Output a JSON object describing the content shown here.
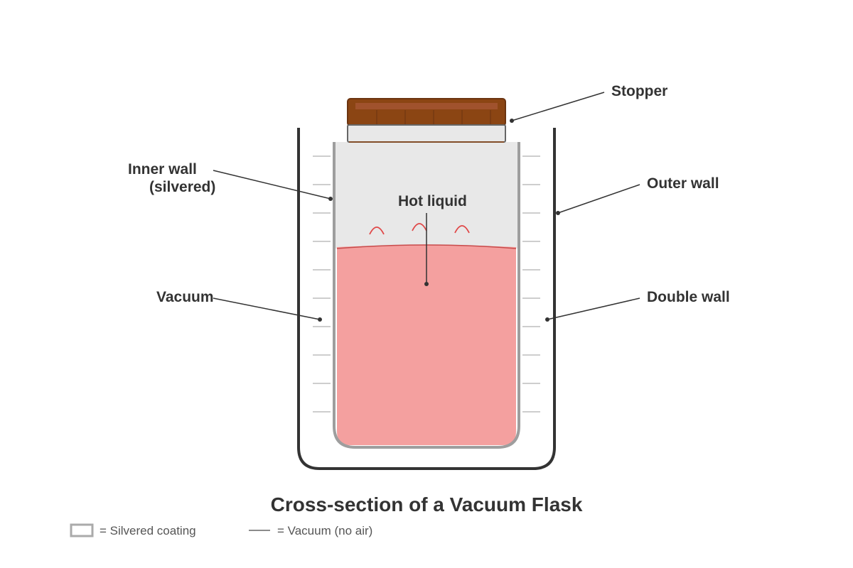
{
  "labels": {
    "stopper": "Stopper",
    "inner_wall_line1": "Inner wall",
    "inner_wall_line2": "(silvered)",
    "outer_wall": "Outer wall",
    "hot_liquid": "Hot liquid",
    "vacuum": "Vacuum",
    "double_wall": "Double wall"
  },
  "title": "Cross-section of a Vacuum Flask",
  "legend": {
    "silvered": "= Silvered coating",
    "vacuum": "= Vacuum (no air)"
  },
  "colors": {
    "outer_wall": "#333333",
    "inner_wall": "#9e9e9e",
    "liquid": "#f4a09f",
    "liquid_surface": "#c84b4b",
    "steam": "#e04848",
    "stopper": "#8b4513",
    "stopper_highlight": "#a0522d",
    "air_gap": "#e8e8e8",
    "text": "#333333"
  }
}
